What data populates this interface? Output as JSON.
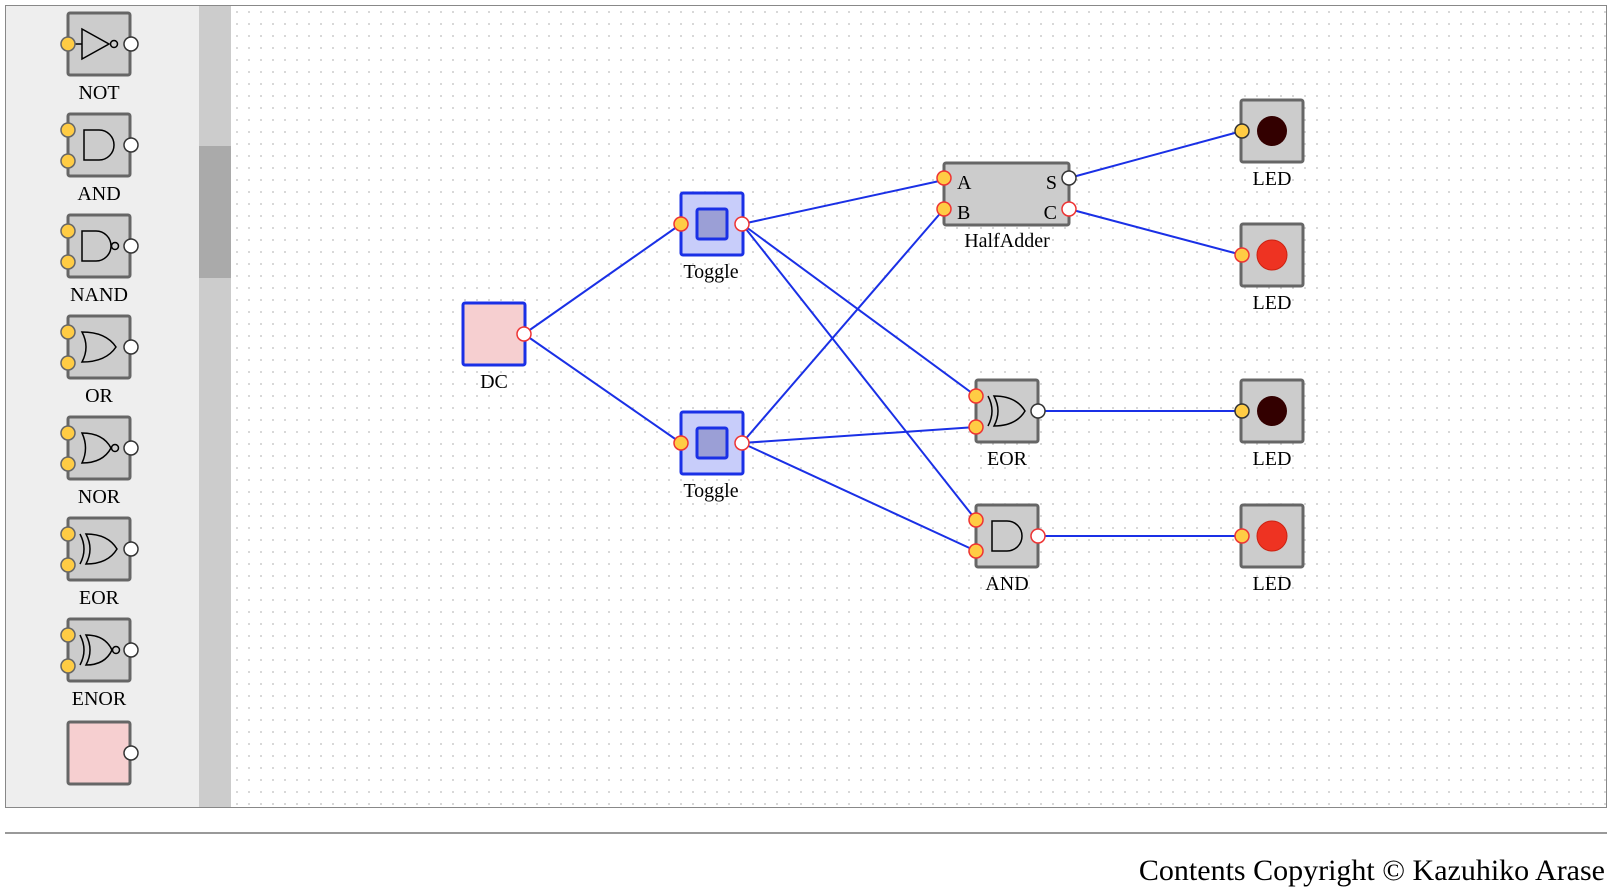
{
  "palette": {
    "items": [
      {
        "label": "NOT",
        "icon": "not-gate-icon"
      },
      {
        "label": "AND",
        "icon": "and-gate-icon"
      },
      {
        "label": "NAND",
        "icon": "nand-gate-icon"
      },
      {
        "label": "OR",
        "icon": "or-gate-icon"
      },
      {
        "label": "NOR",
        "icon": "nor-gate-icon"
      },
      {
        "label": "EOR",
        "icon": "xor-gate-icon"
      },
      {
        "label": "ENOR",
        "icon": "xnor-gate-icon"
      },
      {
        "label": "",
        "icon": "dc-source-icon"
      }
    ]
  },
  "circuit": {
    "dc": {
      "label": "DC"
    },
    "toggle1": {
      "label": "Toggle"
    },
    "toggle2": {
      "label": "Toggle"
    },
    "halfadder": {
      "label": "HalfAdder",
      "pin_a": "A",
      "pin_b": "B",
      "pin_s": "S",
      "pin_c": "C"
    },
    "eor": {
      "label": "EOR"
    },
    "and": {
      "label": "AND"
    },
    "led1": {
      "label": "LED",
      "state": "off"
    },
    "led2": {
      "label": "LED",
      "state": "on"
    },
    "led3": {
      "label": "LED",
      "state": "off"
    },
    "led4": {
      "label": "LED",
      "state": "on"
    }
  },
  "footer": {
    "copyright": "Contents Copyright © Kazuhiko Arase"
  },
  "colors": {
    "wire": "#1a30e6",
    "component_fill": "#cccccc",
    "component_border": "#666666",
    "selected_border": "#1a30e6",
    "toggle_fill": "#c8cdfa",
    "dc_fill": "#f6cfd0",
    "led_off": "#330000",
    "led_on": "#ee3322",
    "input_pin": "#ffcc44",
    "output_high_pin_border": "#ee3333",
    "background_dot": "#cccccc"
  }
}
